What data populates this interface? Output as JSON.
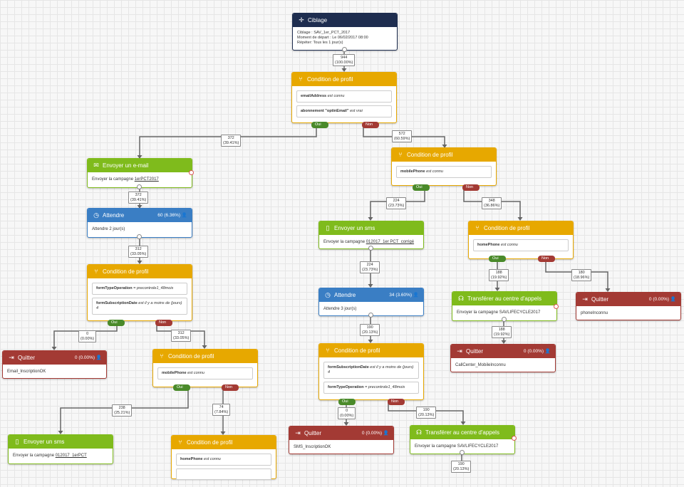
{
  "nodes": {
    "ciblage": {
      "title": "Ciblage",
      "icon": "crosshair-icon",
      "lines": [
        "Ciblage : SAV_1er_PCT_2017",
        "Moment de départ : Le 06/02/2017 08:00",
        "Répéter: Tous les 1 jour(s)"
      ]
    },
    "cond1": {
      "title": "Condition de profil",
      "c1_field": "emailAddress",
      "c1_op": "est connu",
      "c2_field": "abonnement \"optinEmail\"",
      "c2_op": "est vrai"
    },
    "email1": {
      "title": "Envoyer un e-mail",
      "text": "Envoyer la campagne",
      "link": "1erPCT2017"
    },
    "wait1": {
      "title": "Attendre",
      "count": "60 (6.36%)",
      "text": "Attendre 2 jour(s)"
    },
    "cond2": {
      "title": "Condition de profil",
      "c1_field": "formTypeOperation",
      "c1_op": "=",
      "c1_val": "precontrole1_48mois",
      "c2_field": "formSubscriptionDate",
      "c2_op": "est il y a moins de (jours)",
      "c2_val": "4"
    },
    "quit1": {
      "title": "Quitter",
      "count": "0 (0.00%)",
      "text": "Email_InscriptionOK"
    },
    "cond3": {
      "title": "Condition de profil",
      "c1_field": "mobilePhone",
      "c1_op": "est connu"
    },
    "sms2": {
      "title": "Envoyer un sms",
      "text": "Envoyer la campagne",
      "link": "012017_1erPCT"
    },
    "cond6": {
      "title": "Condition de profil",
      "c1_field": "homePhone",
      "c1_op": "est connu"
    },
    "cond4": {
      "title": "Condition de profil",
      "c1_field": "mobilePhone",
      "c1_op": "est connu"
    },
    "sms1": {
      "title": "Envoyer un sms",
      "text": "Envoyer la campagne",
      "link": "012017_1er PCT_corrigé"
    },
    "wait2": {
      "title": "Attendre",
      "count": "34 (3.60%)",
      "text": "Attendre 3 jour(s)"
    },
    "cond7": {
      "title": "Condition de profil",
      "c1_field": "formSubscriptionDate",
      "c1_op": "est il y a moins de (jours)",
      "c1_val": "4",
      "c2_field": "formTypeOperation",
      "c2_op": "=",
      "c2_val": "precontrole1_48mois"
    },
    "quit3": {
      "title": "Quitter",
      "count": "0 (0.00%)",
      "text": "SMS_InscriptionOK"
    },
    "call2": {
      "title": "Transférer au centre d'appels",
      "text": "Envoyer la campagne SAVLIFECYCLE2017"
    },
    "cond5": {
      "title": "Condition de profil",
      "c1_field": "homePhone",
      "c1_op": "est connu"
    },
    "call1": {
      "title": "Transférer au centre d'appels",
      "text": "Envoyer la campagne SAVLIFECYCLE2017"
    },
    "quit2": {
      "title": "Quitter",
      "count": "0 (0.00%)",
      "text": "phoneInconnu"
    },
    "quit4": {
      "title": "Quitter",
      "count": "0 (0.00%)",
      "text": "CallCenter_MobileInconnu"
    }
  },
  "badges": {
    "oui": "Oui",
    "non": "Non"
  },
  "flows": {
    "f1": [
      "944",
      "(100.00%)"
    ],
    "f2": [
      "372",
      "(39.41%)"
    ],
    "f3": [
      "572",
      "(60.59%)"
    ],
    "f4": [
      "372",
      "(39.41%)"
    ],
    "f5": [
      "312",
      "(33.05%)"
    ],
    "f6": [
      "0",
      "(0.00%)"
    ],
    "f7": [
      "312",
      "(33.05%)"
    ],
    "f8": [
      "238",
      "(25.21%)"
    ],
    "f9": [
      "74",
      "(7.84%)"
    ],
    "f10": [
      "224",
      "(23.73%)"
    ],
    "f11": [
      "348",
      "(36.86%)"
    ],
    "f12": [
      "224",
      "(23.73%)"
    ],
    "f13": [
      "190",
      "(20.13%)"
    ],
    "f14": [
      "0",
      "(0.00%)"
    ],
    "f15": [
      "190",
      "(20.13%)"
    ],
    "f16": [
      "190",
      "(20.13%)"
    ],
    "f17": [
      "188",
      "(19.92%)"
    ],
    "f18": [
      "180",
      "(18.96%)"
    ],
    "f19": [
      "188",
      "(19.92%)"
    ]
  },
  "colors": {
    "ciblage": "#1e2d4f",
    "condition": "#e7a800",
    "send": "#7fbb1c",
    "wait": "#3a7ec4",
    "quit": "#a33a34"
  }
}
